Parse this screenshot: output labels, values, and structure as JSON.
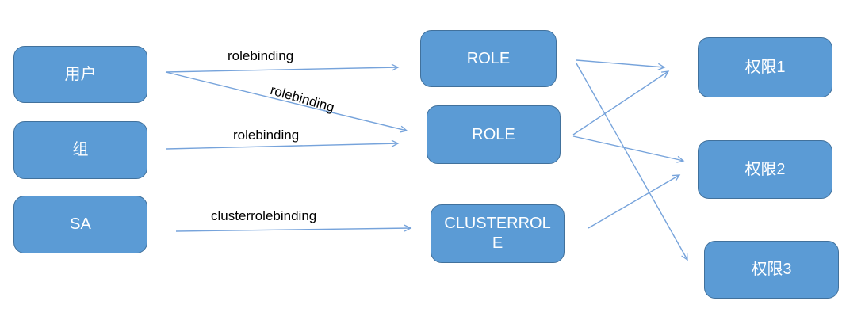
{
  "diagram": {
    "colors": {
      "node_fill": "#5B9BD5",
      "node_border": "#41719C",
      "connector": "#76A3DB",
      "edge_label_color": "#000000",
      "background": "#FFFFFF",
      "node_text": "#FFFFFF"
    },
    "nodes": {
      "user": {
        "label": "用户"
      },
      "group": {
        "label": "组"
      },
      "sa": {
        "label": "SA"
      },
      "role1": {
        "label": "ROLE"
      },
      "role2": {
        "label": "ROLE"
      },
      "clusterrole": {
        "label": "CLUSTERROL\nE"
      },
      "perm1": {
        "label": "权限1"
      },
      "perm2": {
        "label": "权限2"
      },
      "perm3": {
        "label": "权限3"
      }
    },
    "edges": [
      {
        "from": "user",
        "to": "role1",
        "label": "rolebinding"
      },
      {
        "from": "user",
        "to": "role2",
        "label": "rolebinding"
      },
      {
        "from": "group",
        "to": "role2",
        "label": "rolebinding"
      },
      {
        "from": "sa",
        "to": "clusterrole",
        "label": "clusterrolebinding"
      },
      {
        "from": "role1",
        "to": "perm1",
        "label": ""
      },
      {
        "from": "role1",
        "to": "perm3",
        "label": ""
      },
      {
        "from": "role2",
        "to": "perm1",
        "label": ""
      },
      {
        "from": "role2",
        "to": "perm2",
        "label": ""
      },
      {
        "from": "clusterrole",
        "to": "perm2",
        "label": ""
      }
    ]
  }
}
